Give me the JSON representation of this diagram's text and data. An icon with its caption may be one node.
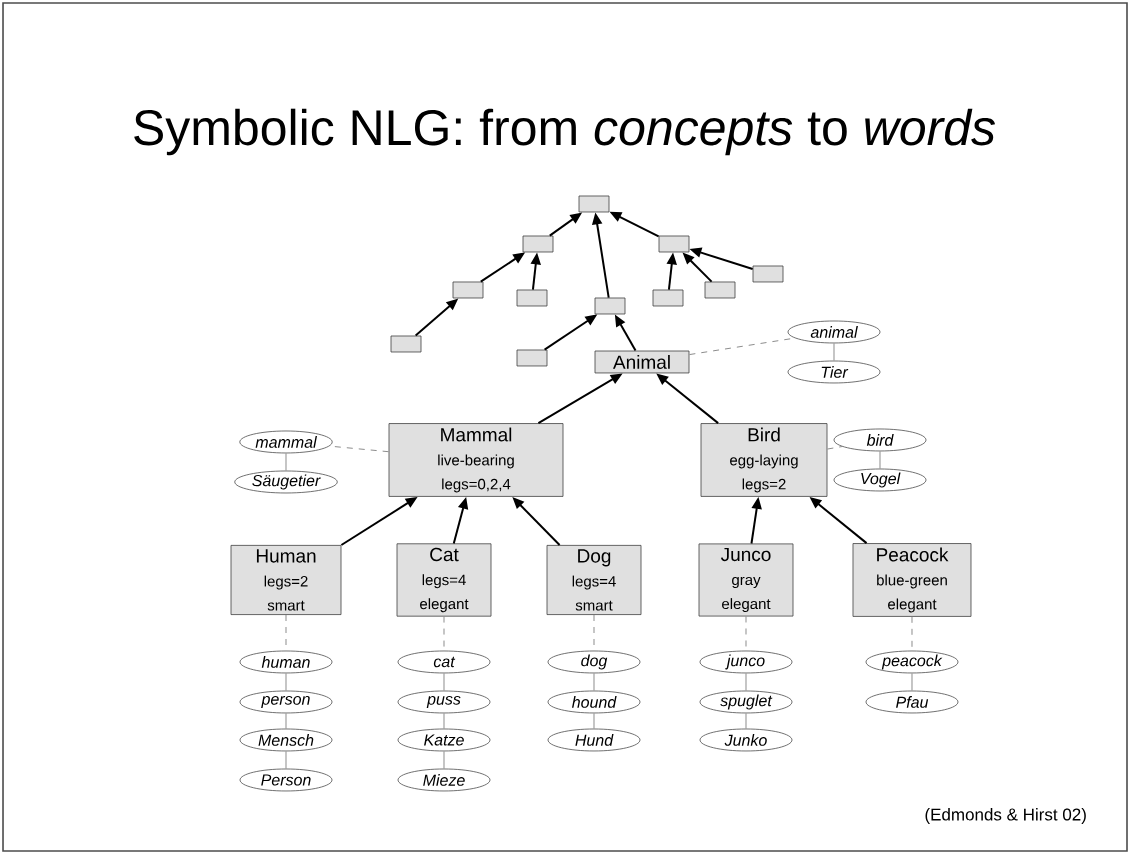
{
  "diagram": {
    "title": "Symbolic NLG: from *concepts* to *words*",
    "caption": "(Edmonds & Hirst 02)",
    "nodes": [
      {
        "text": [],
        "shape": "box"
      },
      {
        "text": [],
        "shape": "box"
      },
      {
        "text": [],
        "shape": "box"
      },
      {
        "text": [],
        "shape": "box"
      },
      {
        "text": [],
        "shape": "box"
      },
      {
        "text": [],
        "shape": "box"
      },
      {
        "text": [],
        "shape": "box"
      },
      {
        "text": [],
        "shape": "box"
      },
      {
        "text": [],
        "shape": "box"
      },
      {
        "text": [
          "animal"
        ]
      },
      {
        "text": [],
        "shape": "box"
      },
      {
        "text": [],
        "shape": "box"
      },
      {
        "text": [
          "Animal"
        ]
      },
      {
        "text": [
          "Tier"
        ]
      },
      {
        "text": [
          "mammal"
        ]
      },
      {
        "text": [
          "bird"
        ]
      },
      {
        "text": [
          "Mammal",
          "live-bearing",
          "legs=0,2,4"
        ]
      },
      {
        "text": [
          "Bird",
          "egg-laying",
          "legs=2"
        ]
      },
      {
        "text": [
          "Säugetier"
        ]
      },
      {
        "text": [
          "Vogel"
        ]
      },
      {
        "text": [
          "Human",
          "legs=2",
          "smart"
        ]
      },
      {
        "text": [
          "Cat",
          "legs=4",
          "elegant"
        ]
      },
      {
        "text": [
          "Dog",
          "legs=4",
          "smart"
        ]
      },
      {
        "text": [
          "Junco",
          "gray",
          "elegant"
        ]
      },
      {
        "text": [
          "Peacock",
          "blue-green",
          "elegant"
        ]
      },
      {
        "text": [
          "human"
        ]
      },
      {
        "text": [
          "cat"
        ]
      },
      {
        "text": [
          "dog"
        ]
      },
      {
        "text": [
          "junco"
        ]
      },
      {
        "text": [
          "peacock"
        ]
      },
      {
        "text": [
          "person"
        ]
      },
      {
        "text": [
          "puss"
        ]
      },
      {
        "text": [
          "hound"
        ]
      },
      {
        "text": [
          "spuglet"
        ]
      },
      {
        "text": [
          "Pfau"
        ]
      },
      {
        "text": [
          "Mensch"
        ]
      },
      {
        "text": [
          "Katze"
        ]
      },
      {
        "text": [
          "Hund"
        ]
      },
      {
        "text": [
          "Junko"
        ]
      },
      {
        "text": [
          "Person"
        ]
      },
      {
        "text": [
          "Mieze"
        ]
      }
    ],
    "edges": [
      {
        "from": 1,
        "to": 0,
        "arrow": "to",
        "color": "#000000"
      },
      {
        "from": 8,
        "to": 0,
        "arrow": "to",
        "color": "#000000"
      },
      {
        "from": 2,
        "to": 0,
        "arrow": "to",
        "color": "#000000"
      },
      {
        "from": 4,
        "to": 1,
        "arrow": "to",
        "color": "#000000"
      },
      {
        "from": 6,
        "to": 1,
        "arrow": "to",
        "color": "#000000"
      },
      {
        "from": 10,
        "to": 4,
        "arrow": "to",
        "color": "#000000"
      },
      {
        "from": 7,
        "to": 2,
        "arrow": "to",
        "color": "#000000"
      },
      {
        "from": 5,
        "to": 2,
        "arrow": "to",
        "color": "#000000"
      },
      {
        "from": 3,
        "to": 2,
        "arrow": "to",
        "color": "#000000"
      },
      {
        "from": 11,
        "to": 8,
        "arrow": "to",
        "color": "#000000"
      },
      {
        "from": 12,
        "to": 8,
        "arrow": "to",
        "color": "#000000"
      },
      {
        "from": 16,
        "to": 12,
        "arrow": "to",
        "color": "#000000"
      },
      {
        "from": 17,
        "to": 12,
        "arrow": "to",
        "color": "#000000"
      },
      {
        "from": 20,
        "to": 16,
        "arrow": "to",
        "color": "#000000"
      },
      {
        "from": 21,
        "to": 16,
        "arrow": "to",
        "color": "#000000"
      },
      {
        "from": 22,
        "to": 16,
        "arrow": "to",
        "color": "#000000"
      },
      {
        "from": 23,
        "to": 17,
        "arrow": "to",
        "color": "#000000"
      },
      {
        "from": 24,
        "to": 17,
        "arrow": "to",
        "color": "#000000"
      },
      {
        "from": 12,
        "to": 9,
        "arrow": "none",
        "style": "dashed"
      },
      {
        "from": 9,
        "to": 13,
        "arrow": "none"
      },
      {
        "from": 16,
        "to": 14,
        "arrow": "none",
        "style": "dashed"
      },
      {
        "from": 14,
        "to": 18,
        "arrow": "none"
      },
      {
        "from": 17,
        "to": 15,
        "arrow": "none",
        "style": "dashed"
      },
      {
        "from": 15,
        "to": 19,
        "arrow": "none"
      },
      {
        "from": 20,
        "to": 25,
        "arrow": "none",
        "style": "dashed"
      },
      {
        "from": 21,
        "to": 26,
        "arrow": "none",
        "style": "dashed"
      },
      {
        "from": 22,
        "to": 27,
        "arrow": "none",
        "style": "dashed"
      },
      {
        "from": 23,
        "to": 28,
        "arrow": "none",
        "style": "dashed"
      },
      {
        "from": 24,
        "to": 29,
        "arrow": "none",
        "style": "dashed"
      },
      {
        "from": 25,
        "to": 30,
        "arrow": "none"
      },
      {
        "from": 30,
        "to": 35,
        "arrow": "none"
      },
      {
        "from": 35,
        "to": 39,
        "arrow": "none"
      },
      {
        "from": 26,
        "to": 31,
        "arrow": "none"
      },
      {
        "from": 31,
        "to": 36,
        "arrow": "none"
      },
      {
        "from": 36,
        "to": 40,
        "arrow": "none"
      },
      {
        "from": 27,
        "to": 32,
        "arrow": "none"
      },
      {
        "from": 32,
        "to": 37,
        "arrow": "none"
      },
      {
        "from": 28,
        "to": 33,
        "arrow": "none"
      },
      {
        "from": 33,
        "to": 38,
        "arrow": "none"
      },
      {
        "from": 29,
        "to": 34,
        "arrow": "none"
      }
    ]
  }
}
